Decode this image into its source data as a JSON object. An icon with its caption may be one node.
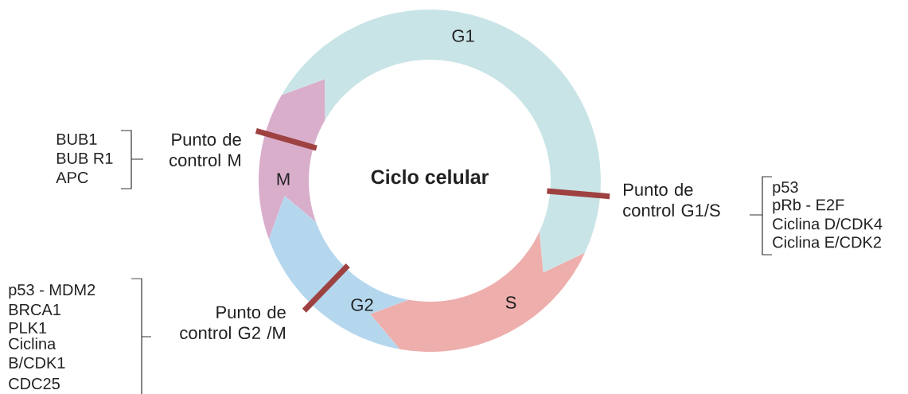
{
  "diagram": {
    "title": "Ciclo celular",
    "nodes": [
      {
        "text": [
          "G1"
        ]
      },
      {
        "text": [
          "M"
        ]
      },
      {
        "text": [
          "G2"
        ]
      },
      {
        "text": [
          "S"
        ]
      }
    ],
    "labels": [
      "BUB1",
      "BUB R1",
      "APC",
      "Punto de control M",
      "Punto de control G1/S",
      "p53",
      "pRb - E2F",
      "Ciclina D/CDK4",
      "Ciclina E/CDK2",
      "p53 - MDM2",
      "BRCA1",
      "PLK1",
      "Ciclina B/CDK1",
      "CDC25",
      "Punto de control G2 /M"
    ]
  }
}
